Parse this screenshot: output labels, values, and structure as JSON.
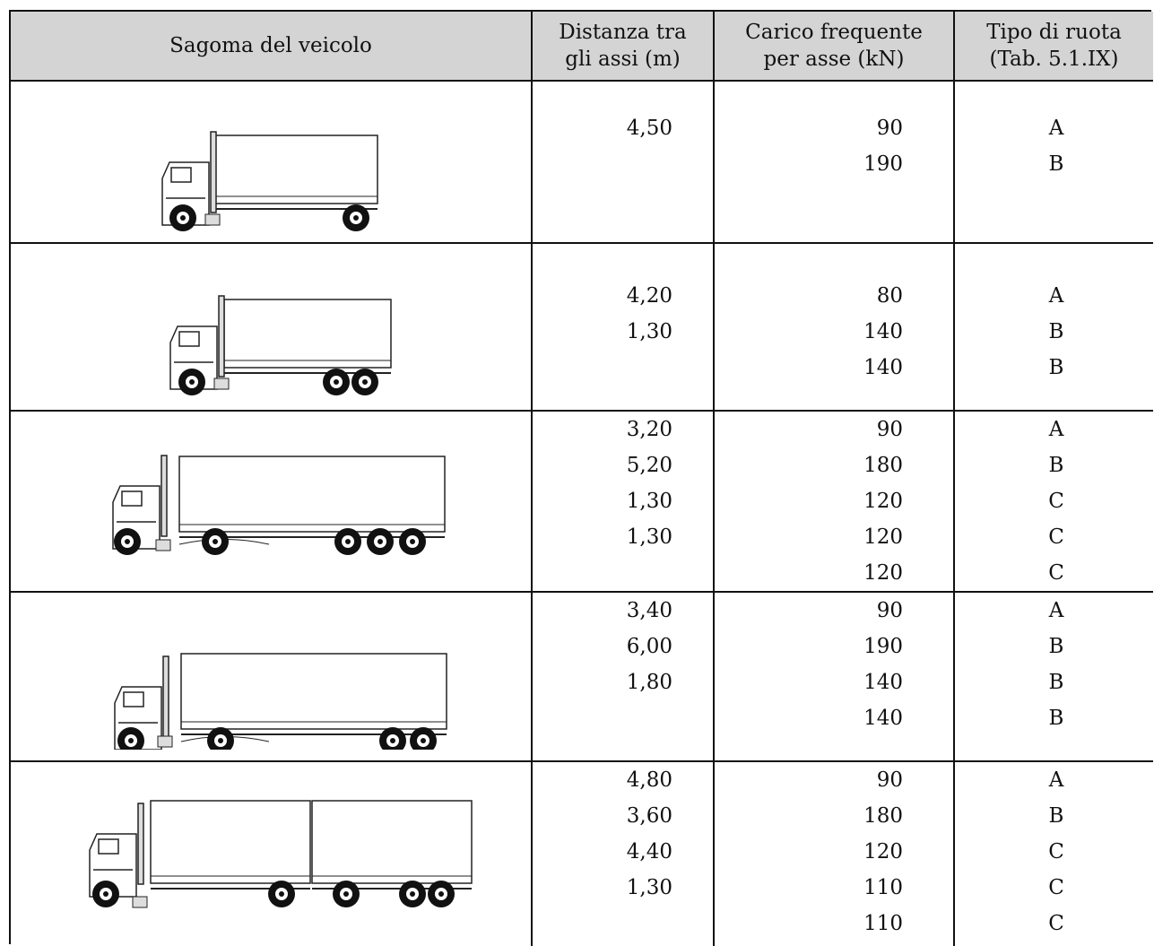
{
  "table": {
    "headers": {
      "vehicle": "Sagoma del veicolo",
      "axle_distance_l1": "Distanza tra",
      "axle_distance_l2": "gli assi (m)",
      "load_l1": "Carico frequente",
      "load_l2": "per asse (kN)",
      "wheel_l1": "Tipo di ruota",
      "wheel_l2": "(Tab. 5.1.IX)"
    },
    "rows": [
      {
        "vehicle": "two-axle-truck",
        "distances": [
          "4,50"
        ],
        "loads": [
          "90",
          "190"
        ],
        "wheels": [
          "A",
          "B"
        ]
      },
      {
        "vehicle": "three-axle-truck",
        "distances": [
          "4,20",
          "1,30"
        ],
        "loads": [
          "80",
          "140",
          "140"
        ],
        "wheels": [
          "A",
          "B",
          "B"
        ]
      },
      {
        "vehicle": "five-axle-semitrailer",
        "distances": [
          "3,20",
          "5,20",
          "1,30",
          "1,30"
        ],
        "loads": [
          "90",
          "180",
          "120",
          "120",
          "120"
        ],
        "wheels": [
          "A",
          "B",
          "C",
          "C",
          "C"
        ]
      },
      {
        "vehicle": "four-axle-semitrailer",
        "distances": [
          "3,40",
          "6,00",
          "1,80"
        ],
        "loads": [
          "90",
          "190",
          "140",
          "140"
        ],
        "wheels": [
          "A",
          "B",
          "B",
          "B"
        ]
      },
      {
        "vehicle": "five-axle-truck-trailer",
        "distances": [
          "4,80",
          "3,60",
          "4,40",
          "1,30"
        ],
        "loads": [
          "90",
          "180",
          "120",
          "110",
          "110"
        ],
        "wheels": [
          "A",
          "B",
          "C",
          "C",
          "C"
        ]
      }
    ]
  }
}
